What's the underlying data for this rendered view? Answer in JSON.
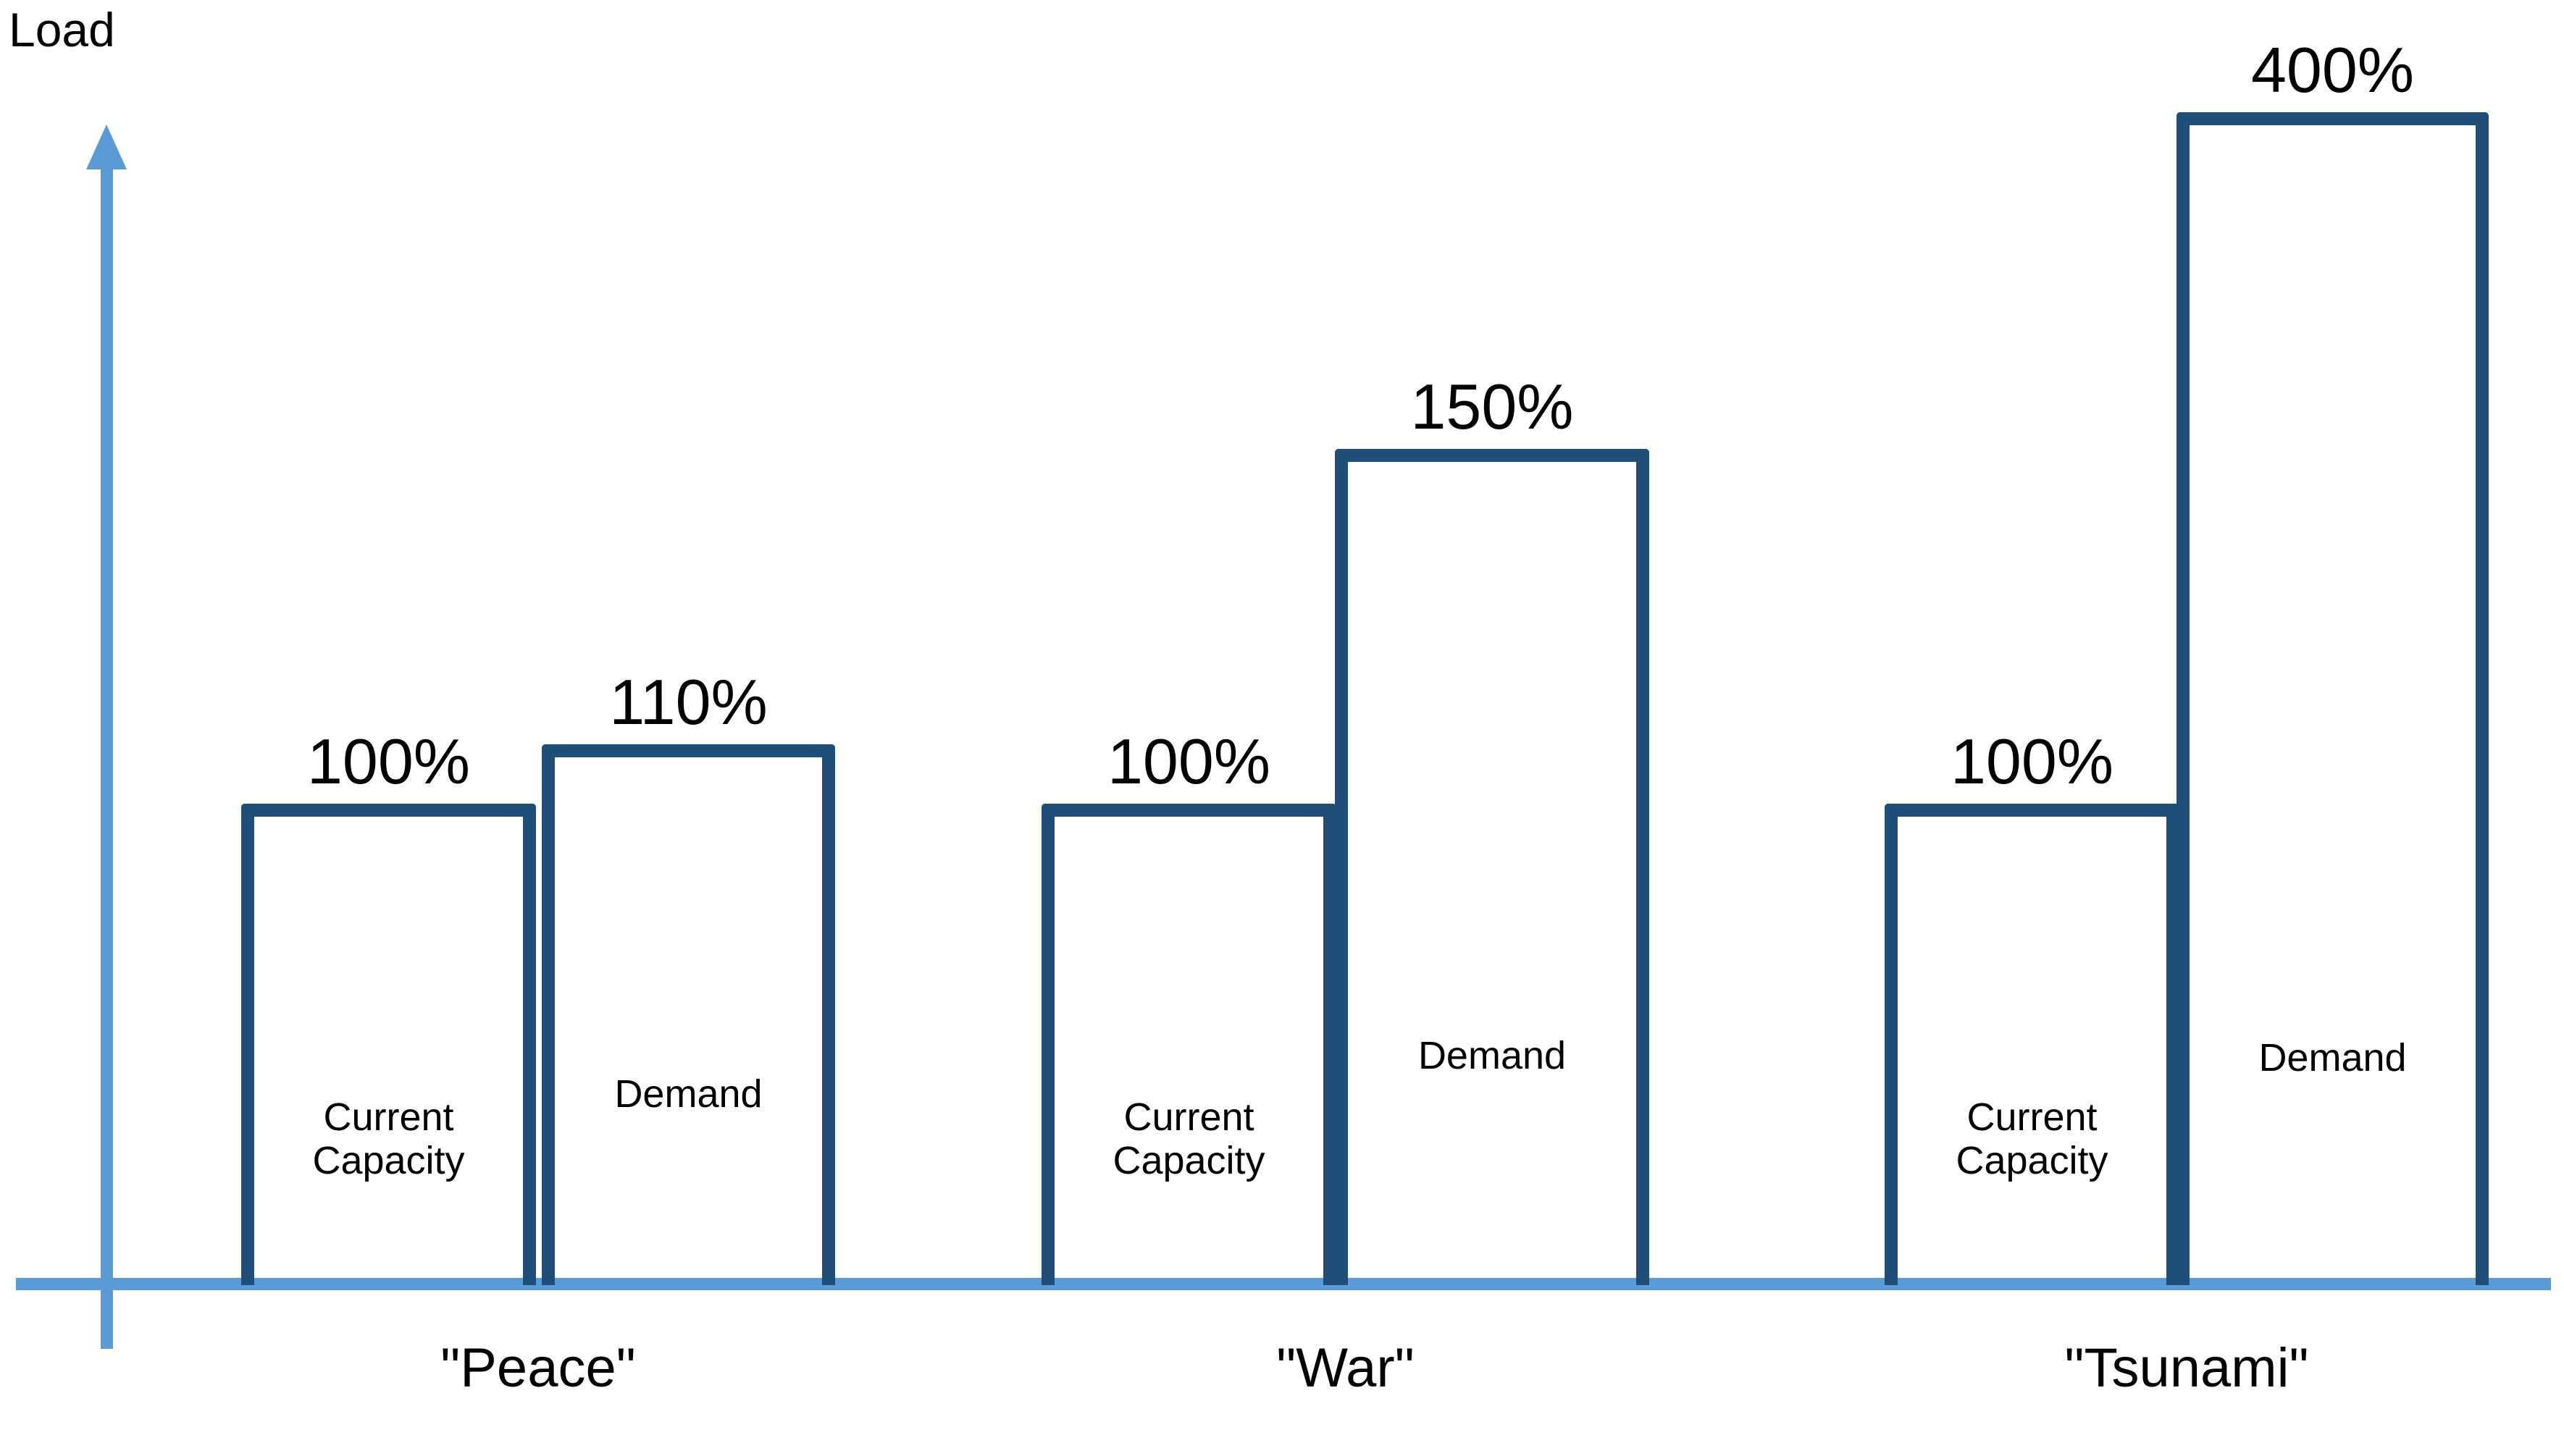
{
  "chart_data": {
    "type": "bar",
    "title": "",
    "ylabel": "Load",
    "xlabel": "",
    "grid": false,
    "legend": "none",
    "unit": "%",
    "ylim": [
      0,
      450
    ],
    "categories": [
      "\"Peace\"",
      "\"War\"",
      "\"Tsunami\""
    ],
    "series": [
      {
        "name": "Current Capacity",
        "values": [
          100,
          100,
          100
        ],
        "value_labels": [
          "100%",
          "100%",
          "100%"
        ]
      },
      {
        "name": "Demand",
        "values": [
          110,
          150,
          400
        ],
        "value_labels": [
          "110%",
          "150%",
          "400%"
        ]
      }
    ],
    "colors": {
      "bar_outline": "#1F4E79",
      "bar_fill": "#FFFFFF",
      "axis": "#5B9BD5",
      "text": "#000000"
    }
  },
  "axis": {
    "y_label": "Load"
  },
  "groups": [
    {
      "label": "\"Peace\"",
      "bars": [
        {
          "name": "Current Capacity",
          "inner_label": "Current\nCapacity",
          "value_label": "100%"
        },
        {
          "name": "Demand",
          "inner_label": "Demand",
          "value_label": "110%"
        }
      ]
    },
    {
      "label": "\"War\"",
      "bars": [
        {
          "name": "Current Capacity",
          "inner_label": "Current\nCapacity",
          "value_label": "100%"
        },
        {
          "name": "Demand",
          "inner_label": "Demand",
          "value_label": "150%"
        }
      ]
    },
    {
      "label": "\"Tsunami\"",
      "bars": [
        {
          "name": "Current Capacity",
          "inner_label": "Current\nCapacity",
          "value_label": "100%"
        },
        {
          "name": "Demand",
          "inner_label": "Demand",
          "value_label": "400%"
        }
      ]
    }
  ]
}
